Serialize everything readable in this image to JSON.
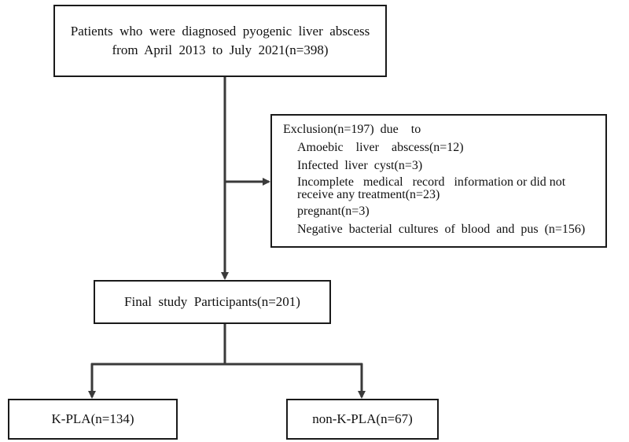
{
  "top_box": {
    "line1": "Patients  who  were  diagnosed  pyogenic  liver  abscess",
    "line2": "from  April  2013  to  July  2021(n=398)"
  },
  "exclusion_box": {
    "header": "Exclusion(n=197)  due    to",
    "items": [
      "Amoebic    liver    abscess(n=12)",
      "Infected  liver  cyst(n=3)",
      "Incomplete   medical   record   information or did not receive any treatment(n=23)",
      "pregnant(n=3)",
      "Negative  bacterial  cultures  of  blood  and  pus  (n=156)"
    ]
  },
  "final_box": {
    "label": "Final  study  Participants(n=201)"
  },
  "kpla_box": {
    "label": "K-PLA(n=134)"
  },
  "nonkpla_box": {
    "label": "non-K-PLA(n=67)"
  },
  "colors": {
    "line": "#3a3a3a",
    "border": "#1a1a1a"
  }
}
